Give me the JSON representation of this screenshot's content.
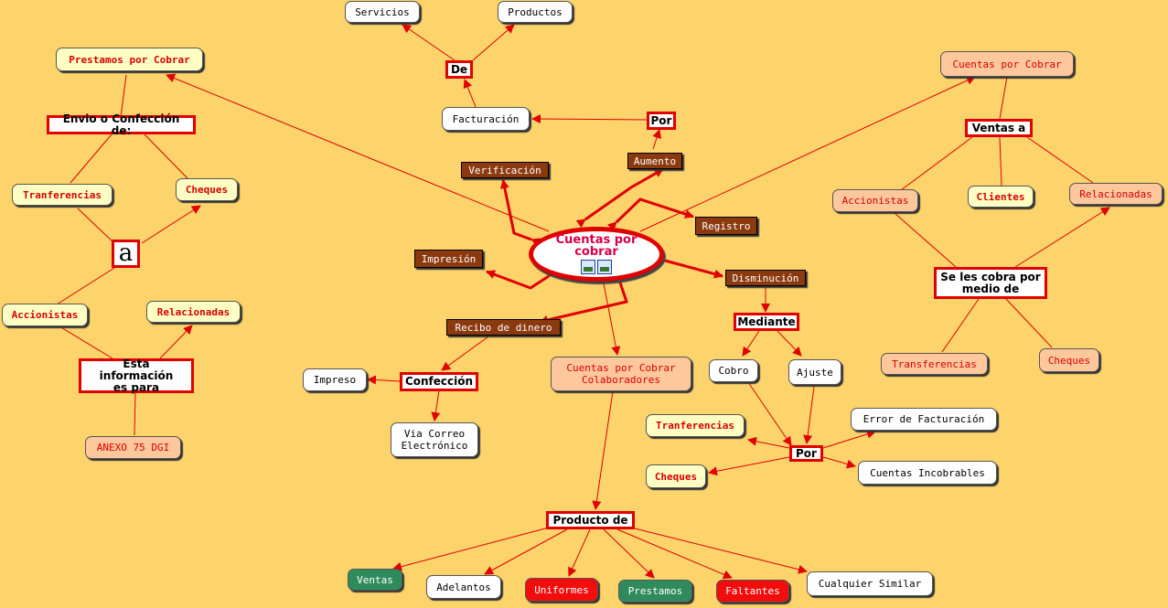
{
  "colors": {
    "background": "#fdd36c",
    "connector": "#e00000",
    "highlight_border": "#e00000",
    "dark_node": "#8b3a0f",
    "green_node": "#2f8b5c",
    "red_node": "#f20d0d",
    "salmon_node": "#ffc79c",
    "yellow_node": "#ffffc4"
  },
  "central": {
    "label": "Cuentas por cobrar",
    "icons": [
      "image-icon",
      "document-icon"
    ]
  },
  "nodes": {
    "servicios": "Servicios",
    "productos": "Productos",
    "de": "De",
    "facturacion": "Facturación",
    "por_top": "Por",
    "aumento": "Aumento",
    "verificacion": "Verificación",
    "registro": "Registro",
    "impresion": "Impresión",
    "disminucion": "Disminución",
    "recibo_dinero": "Recibo de dinero",
    "confeccion": "Confección",
    "impreso": "Impreso",
    "via_correo": "Via Correo\nElectrónico",
    "cxc_colaboradores": "Cuentas por Cobrar\nColaboradores",
    "producto_de": "Producto de",
    "ventas": "Ventas",
    "adelantos": "Adelantos",
    "uniformes": "Uniformes",
    "prestamos": "Prestamos",
    "faltantes": "Faltantes",
    "cualquier_similar": "Cualquier Similar",
    "mediante": "Mediante",
    "cobro": "Cobro",
    "ajuste": "Ajuste",
    "por_bottom": "Por",
    "tranferencias_mid": "Tranferencias",
    "cheques_mid": "Cheques",
    "error_facturacion": "Error de Facturación",
    "cuentas_incobrables": "Cuentas Incobrables",
    "prestamos_por_cobrar": "Prestamos por Cobrar",
    "envio_confeccion": "Envio o Confección de:",
    "tranferencias_left": "Tranferencias",
    "cheques_left": "Cheques",
    "a": "a",
    "accionistas_left": "Accionistas",
    "relacionadas_left": "Relacionadas",
    "esta_informacion": "Esta información\nes para",
    "anexo": "ANEXO 75 DGI",
    "cuentas_por_cobrar_right": "Cuentas por Cobrar",
    "ventas_a": "Ventas a",
    "accionistas_right": "Accionistas",
    "clientes": "Clientes",
    "relacionadas_right": "Relacionadas",
    "se_les_cobra": "Se les cobra por\nmedio de",
    "transferencias_right": "Transferencias",
    "cheques_right": "Cheques"
  }
}
